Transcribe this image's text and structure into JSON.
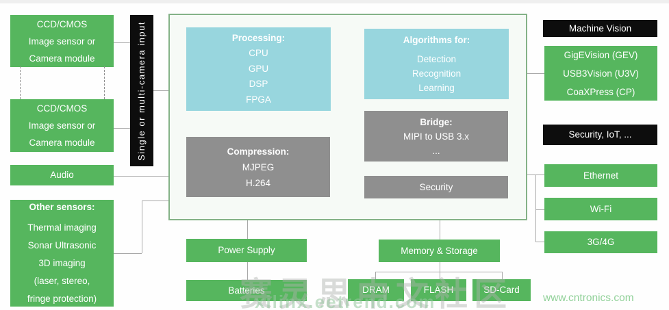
{
  "colors": {
    "green": "#56b65e",
    "cyan": "#98d6de",
    "gray": "#8f8f8f",
    "black": "#0d0d0d",
    "container_border": "#84b287",
    "line": "#a8a8a8"
  },
  "left_column": {
    "camera_top": [
      "CCD/CMOS",
      "Image sensor or",
      "Camera module"
    ],
    "camera_bottom": [
      "CCD/CMOS",
      "Image sensor or",
      "Camera module"
    ],
    "audio": "Audio",
    "other_sensors": {
      "title": "Other sensors:",
      "items": [
        "Thermal imaging",
        "Sonar Ultrasonic",
        "3D imaging",
        "(laser, stereo,",
        "fringe protection)"
      ]
    }
  },
  "input_bar_label": "Single or multi-camera input",
  "processor_block": {
    "processing": {
      "title": "Processing:",
      "items": [
        "CPU",
        "GPU",
        "DSP",
        "FPGA"
      ]
    },
    "compression": {
      "title": "Compression:",
      "items": [
        "MJPEG",
        "H.264"
      ]
    },
    "algorithms": {
      "title": "Algorithms for:",
      "items": [
        "Detection",
        "Recognition",
        "Learning"
      ]
    },
    "bridge": {
      "title": "Bridge:",
      "items": [
        "MIPI to USB 3.x",
        "..."
      ]
    },
    "security": "Security"
  },
  "right_column": {
    "machine_vision_header": "Machine Vision",
    "vision_interfaces": [
      "GigEVision (GEV)",
      "USB3Vision (U3V)",
      "CoaXPress (CP)"
    ],
    "security_iot_header": "Security, IoT, ...",
    "connectivity": [
      "Ethernet",
      "Wi-Fi",
      "3G/4G"
    ]
  },
  "bottom_row": {
    "power_supply": "Power Supply",
    "batteries": "Batteries",
    "memory_storage": "Memory & Storage",
    "dram": "DRAM",
    "flash": "FLASH",
    "sd_card": "SD-Card"
  },
  "watermarks": {
    "chinese": "赛灵思中文社区",
    "site": "xilinx.eetrend.com",
    "corner": "www.cntronics.com"
  }
}
